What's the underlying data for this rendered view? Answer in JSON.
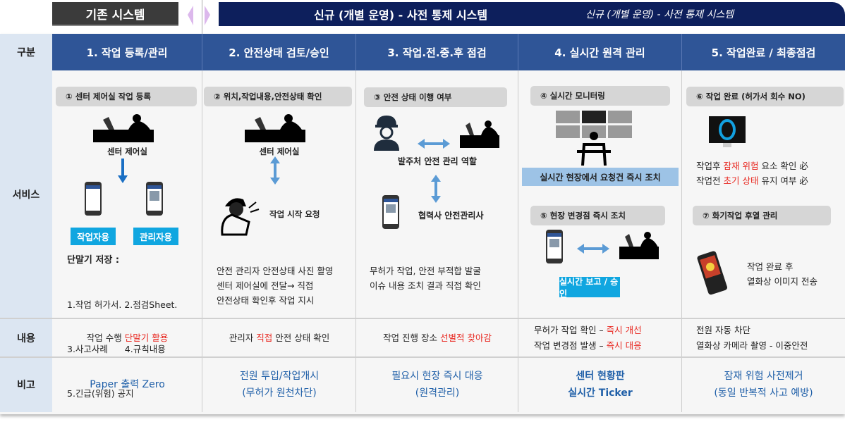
{
  "top": {
    "old_system": "기존 시스템",
    "new_system": "신규 (개별 운영) - 사전 통제 시스템",
    "new_system_sub": "신규 (개별 운영) - 사전 통제 시스템"
  },
  "row_labels": {
    "category": "구분",
    "service": "서비스",
    "content": "내용",
    "remark": "비고"
  },
  "columns": [
    "1. 작업 등록/관리",
    "2. 안전상태 검토/승인",
    "3. 작업.전.중.후 점검",
    "4. 실시간 원격 관리",
    "5. 작업완료 / 최종점검"
  ],
  "service": {
    "c1": {
      "pill": "① 센터 제어실 작업 등록",
      "control_room": "센터 제어실",
      "btn_worker": "작업자용",
      "btn_manager": "관리자용",
      "storage_title": "단말기 저장 :",
      "storage_lines": [
        "1.작업 허가서. 2.점검Sheet.",
        "3.사고사례      4.규칙내용",
        "5.긴급(위험) 공지"
      ]
    },
    "c2": {
      "pill": "② 위치,작업내용,안전상태 확인",
      "control_room": "센터 제어실",
      "request": "작업 시작 요청",
      "lines": [
        "안전 관리자 안전상태 사진 활영",
        "센터 제어실에 전달→ 직접",
        "안전상태 확인후 작업 지시"
      ]
    },
    "c3": {
      "pill": "③ 안전 상태 이행 여부",
      "role": "발주처 안전 관리 역할",
      "partner": "협력사 안전관리사",
      "lines": [
        "무허가 작업, 안전 부적합 발굴",
        "이슈 내용 조치 결과 직접 확인"
      ]
    },
    "c4": {
      "pill1": "④ 실시간 모니터링",
      "banner": "실시간 현장에서 요청건 즉시 조치",
      "pill2": "⑤ 현장 변경점 즉시 조치",
      "btn": "실시간 보고 / 승인"
    },
    "c5": {
      "pill1": "⑥ 작업 완료 (허가서 회수 NO)",
      "check1": [
        "작업후 ",
        "잠재 위험",
        " 요소 확인 必"
      ],
      "check2": [
        "작업전 ",
        "초기 상태",
        " 유지 여부 必"
      ],
      "pill2": "⑦ 화기작업 후열 관리",
      "thermal": [
        "작업 완료 후",
        "열화상 이미지 전송"
      ]
    }
  },
  "content": {
    "c1": [
      "작업 수행 ",
      "단말기 활용"
    ],
    "c2": [
      "관리자 ",
      "직접",
      " 안전 상태 확인"
    ],
    "c3": [
      "작업 진행 장소 ",
      "선별적 찾아감"
    ],
    "c4a": [
      "무허가 작업 확인 – ",
      "즉시 개선"
    ],
    "c4b": [
      "작업 변경점 발생 – ",
      "즉시 대응"
    ],
    "c5": [
      "전원 자동 차단",
      "열화상 카메라 촬영 - 이중안전"
    ]
  },
  "remark": {
    "c1": [
      "Paper 출력 Zero"
    ],
    "c2": [
      "전원 투입/작업개시",
      "(무허가 원천차단)"
    ],
    "c3": [
      "필요시 현장 즉시 대응",
      "(원격관리)"
    ],
    "c4": [
      "센터 현황판",
      "실시간 Ticker"
    ],
    "c5": [
      "잠재 위험 사전제거",
      "(동일 반복적 사고 예방)"
    ]
  },
  "colors": {
    "navy": "#0d1f5c",
    "header_blue": "#2f5597",
    "accent_cyan": "#10a6e0",
    "red": "#e8261e",
    "remark_blue": "#1f5fa8"
  }
}
